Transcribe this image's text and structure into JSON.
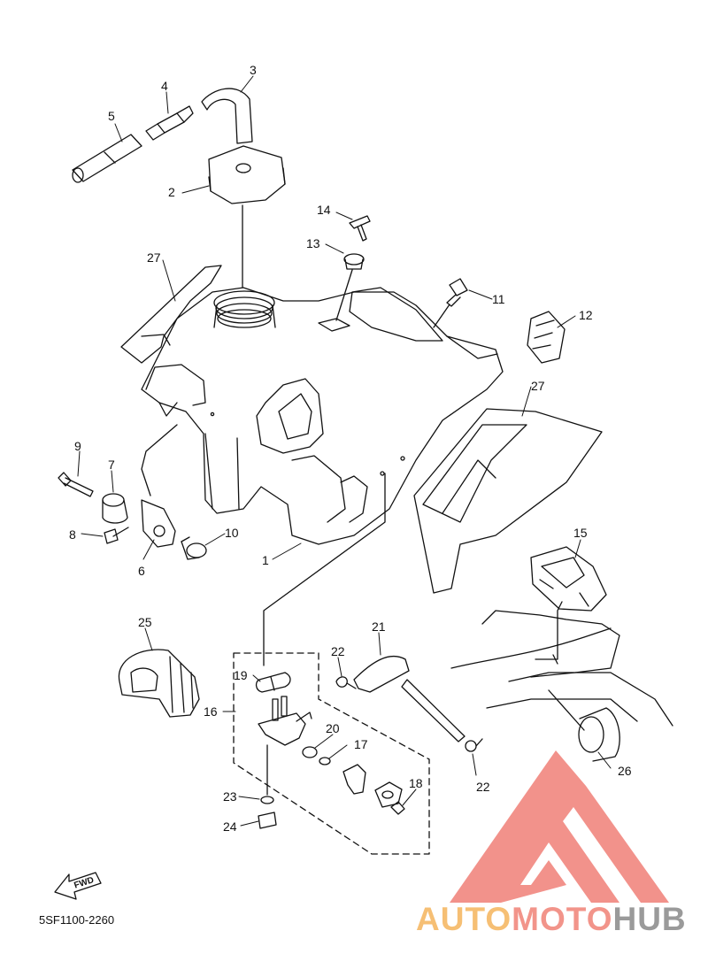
{
  "diagram": {
    "part_code": "5SF1100-2260",
    "fwd_label": "FWD",
    "callouts": [
      {
        "id": "c1",
        "text": "1"
      },
      {
        "id": "c2",
        "text": "2"
      },
      {
        "id": "c3",
        "text": "3"
      },
      {
        "id": "c4",
        "text": "4"
      },
      {
        "id": "c5",
        "text": "5"
      },
      {
        "id": "c6",
        "text": "6"
      },
      {
        "id": "c7",
        "text": "7"
      },
      {
        "id": "c8",
        "text": "8"
      },
      {
        "id": "c9",
        "text": "9"
      },
      {
        "id": "c10",
        "text": "10"
      },
      {
        "id": "c11",
        "text": "11"
      },
      {
        "id": "c12",
        "text": "12"
      },
      {
        "id": "c13",
        "text": "13"
      },
      {
        "id": "c14",
        "text": "14"
      },
      {
        "id": "c15",
        "text": "15"
      },
      {
        "id": "c16",
        "text": "16"
      },
      {
        "id": "c17",
        "text": "17"
      },
      {
        "id": "c18",
        "text": "18"
      },
      {
        "id": "c19",
        "text": "19"
      },
      {
        "id": "c20",
        "text": "20"
      },
      {
        "id": "c21",
        "text": "21"
      },
      {
        "id": "c22a",
        "text": "22"
      },
      {
        "id": "c22b",
        "text": "22"
      },
      {
        "id": "c23",
        "text": "23"
      },
      {
        "id": "c24",
        "text": "24"
      },
      {
        "id": "c25",
        "text": "25"
      },
      {
        "id": "c26",
        "text": "26"
      },
      {
        "id": "c27a",
        "text": "27"
      },
      {
        "id": "c27b",
        "text": "27"
      }
    ]
  },
  "watermark": {
    "brand_part1": "AUTO",
    "brand_part2": "MOTO",
    "brand_part3": "HUB",
    "color_part1": "#f6bf74",
    "color_part2": "#f2948a",
    "color_part3": "#9a9a9a",
    "logo_color": "#f07f77"
  }
}
